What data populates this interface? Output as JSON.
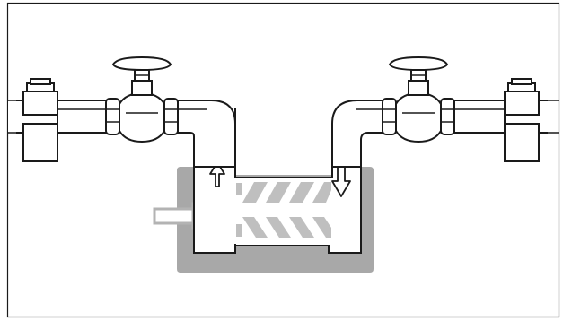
{
  "diagram": {
    "components": [
      "pipeline-left",
      "inlet-valve",
      "outlet-valve",
      "pump-housing",
      "pump-rotor",
      "pump-shaft",
      "pipeline-right"
    ],
    "flow": {
      "inlet_arrow": "up-arrow-icon",
      "outlet_arrow": "down-arrow-icon"
    },
    "colors": {
      "line": "#1a1a1a",
      "housing": "#a8a8a8",
      "rotor": "#bfbfbf",
      "shaft": "#d4d4d4",
      "fill": "#ffffff"
    }
  }
}
